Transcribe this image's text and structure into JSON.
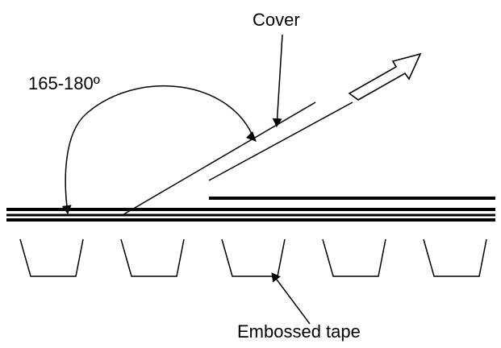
{
  "labels": {
    "cover": "Cover",
    "angle": "165-180º",
    "embossed_tape": "Embossed tape"
  },
  "colors": {
    "stroke": "#000000",
    "background": "#ffffff"
  },
  "icons": {
    "direction_arrow": "hollow-arrow-icon",
    "pointer_arrows": "arrowhead-icon"
  }
}
